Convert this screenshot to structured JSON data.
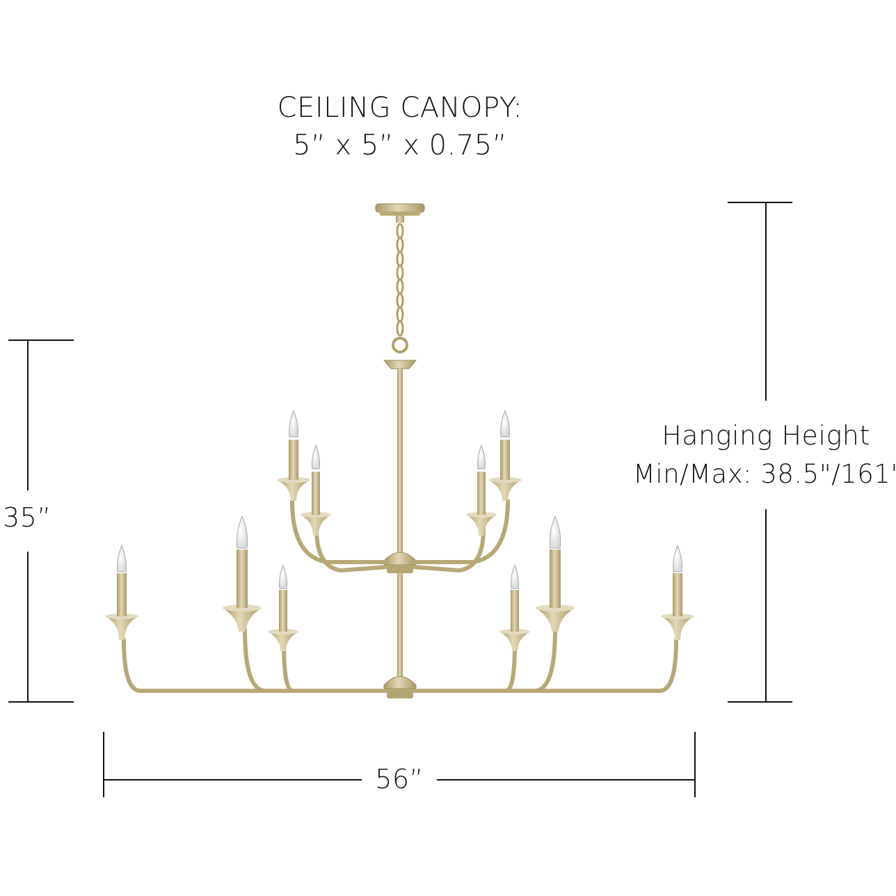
{
  "canopy": {
    "title": "CEILING CANOPY:",
    "dimensions": "5” x 5” x 0.75”"
  },
  "fixture": {
    "height": "35”",
    "width": "56”",
    "hanging_title": "Hanging Height",
    "hanging_range": "Min/Max: 38.5\"/161\""
  },
  "colors": {
    "brass": "#c9b98a",
    "brass_dark": "#a89868",
    "brass_light": "#e3d8b6",
    "line": "#111111"
  }
}
